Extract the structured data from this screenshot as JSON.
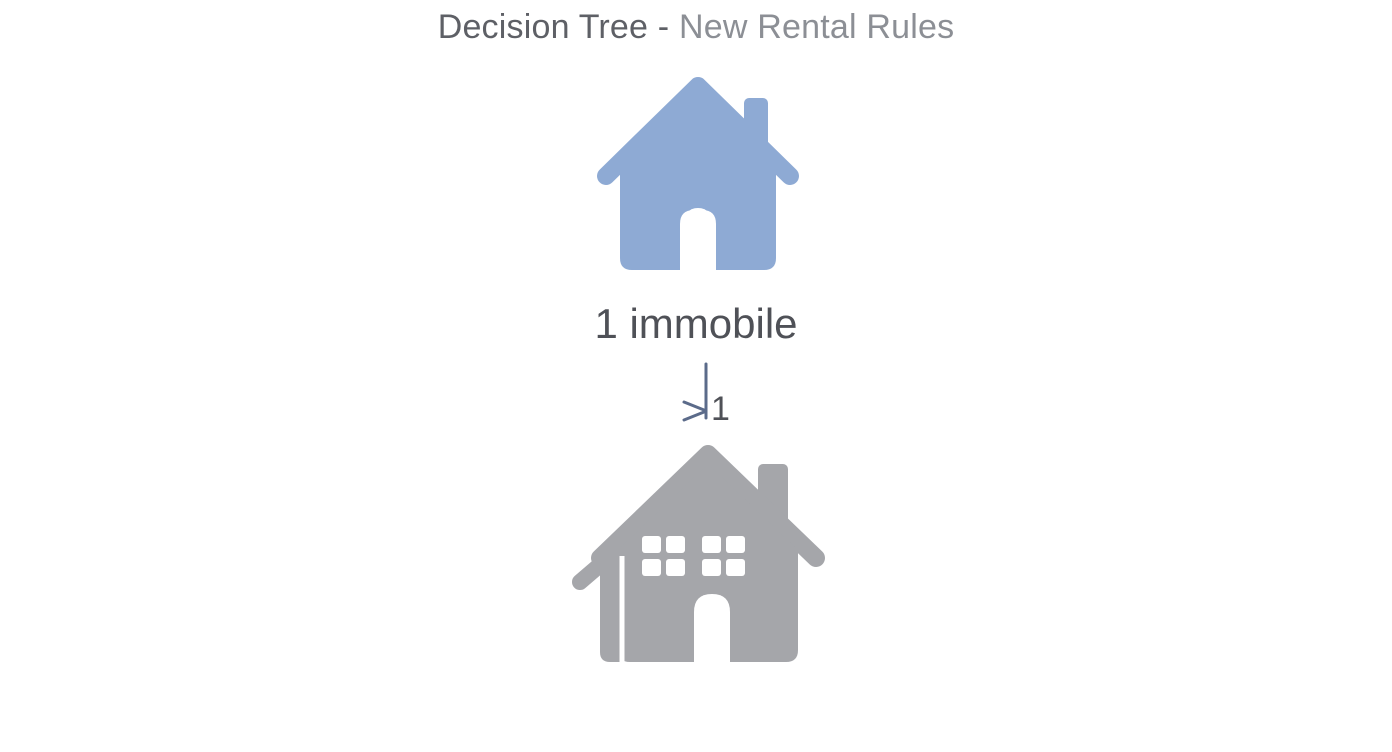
{
  "title": {
    "part_a": "Decision Tree - ",
    "part_b": "New Rental Rules"
  },
  "nodes": {
    "root": {
      "icon": "house-icon",
      "color": "#8eaad4",
      "label": "1 immobile"
    },
    "child": {
      "icon": "multi-unit-house-icon",
      "color": "#a5a6aa"
    }
  },
  "edge": {
    "label": "1",
    "color": "#5b6b8a"
  }
}
